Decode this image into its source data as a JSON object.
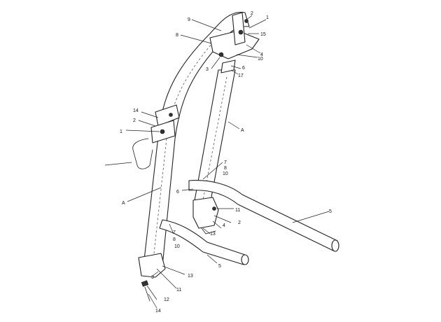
{
  "callouts": {
    "c1": "1",
    "c2": "2",
    "c3": "3",
    "c4": "4",
    "c5": "5",
    "c6": "6",
    "c7": "7",
    "c8": "8",
    "c9": "9",
    "c10": "10",
    "c11": "11",
    "c12": "12",
    "c13": "13",
    "c14": "14",
    "c15": "15",
    "c17": "17",
    "cA": "A"
  },
  "colors": {
    "line": "#222222",
    "paper": "#ffffff"
  }
}
